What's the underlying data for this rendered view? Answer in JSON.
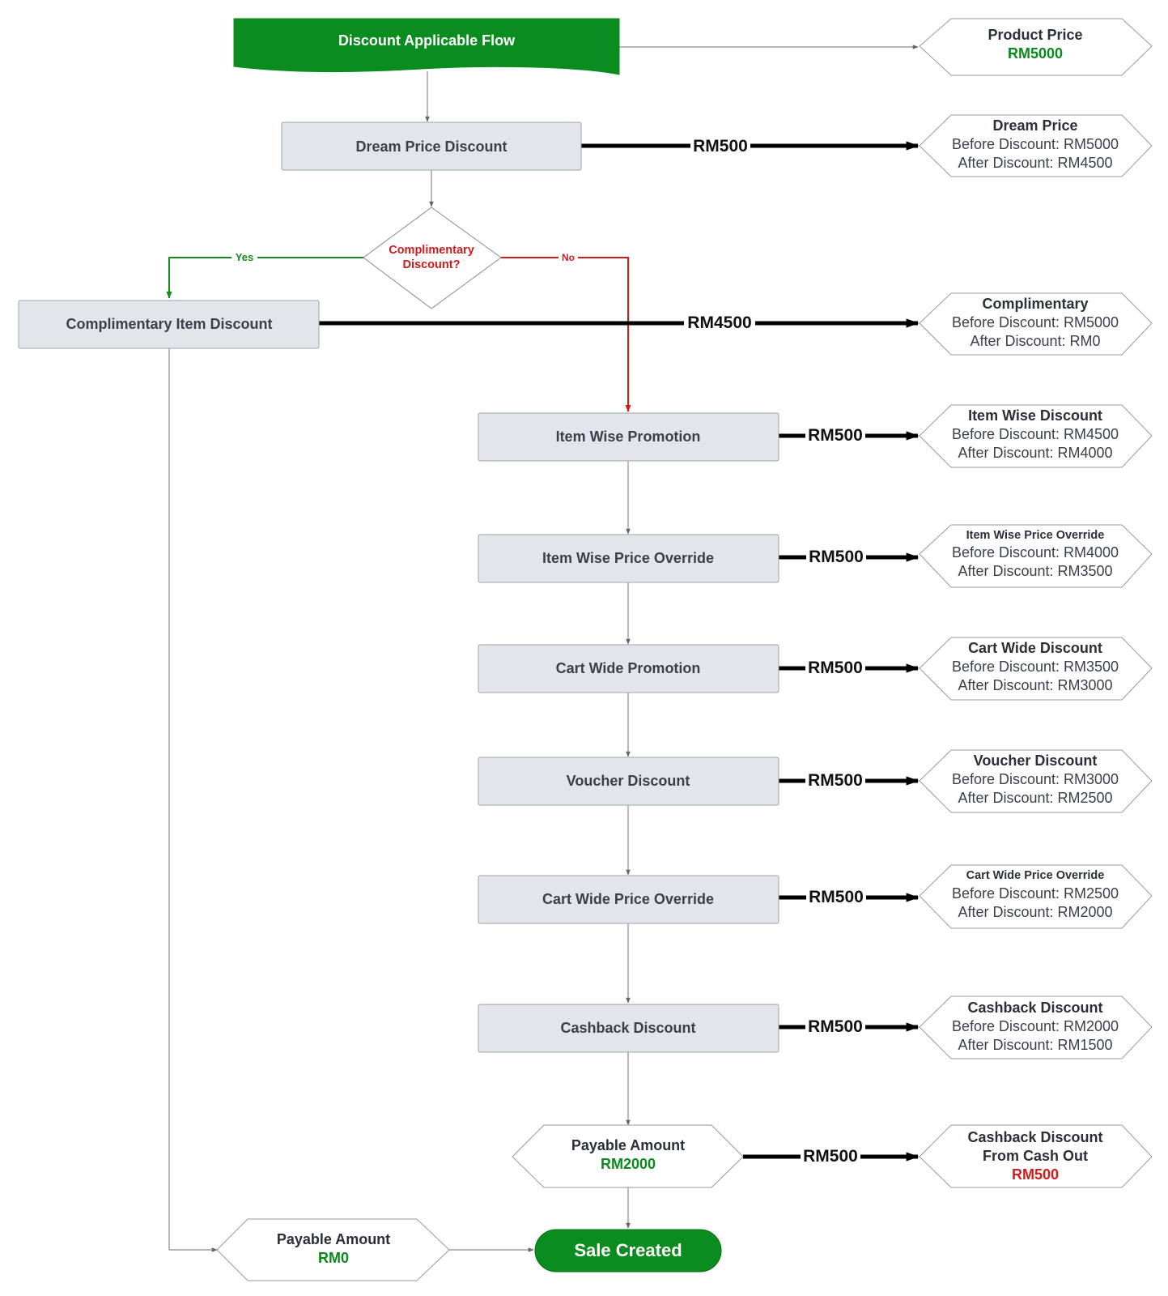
{
  "colors": {
    "start_fill": "#0b8c1e",
    "process_fill": "#e3e5ea",
    "process_stroke": "#9ea3ac",
    "yes_line": "#178a1c",
    "no_line": "#d21b1b",
    "sale_fill": "#0b8c1e"
  },
  "start": {
    "title": "Discount Applicable Flow"
  },
  "steps": {
    "dream_price": "Dream Price Discount",
    "complimentary_item": "Complimentary Item Discount",
    "item_wise_promotion": "Item Wise Promotion",
    "item_wise_price_override": "Item Wise Price Override",
    "cart_wide_promotion": "Cart Wide Promotion",
    "voucher_discount": "Voucher Discount",
    "cart_wide_price_override": "Cart Wide Price Override",
    "cashback_discount": "Cashback Discount"
  },
  "decision": {
    "line1": "Complimentary",
    "line2": "Discount?",
    "yes": "Yes",
    "no": "No"
  },
  "amounts": {
    "dream": "RM500",
    "complimentary": "RM4500",
    "item_wise": "RM500",
    "item_override": "RM500",
    "cart_wide": "RM500",
    "voucher": "RM500",
    "cart_override": "RM500",
    "cashback": "RM500",
    "cash_out": "RM500"
  },
  "results": {
    "product_price": {
      "title": "Product Price",
      "value": "RM5000"
    },
    "dream_price": {
      "title": "Dream Price",
      "before": "Before Discount: RM5000",
      "after": "After Discount: RM4500"
    },
    "complimentary": {
      "title": "Complimentary",
      "before": "Before Discount: RM5000",
      "after": "After Discount: RM0"
    },
    "item_wise": {
      "title": "Item Wise Discount",
      "before": "Before Discount: RM4500",
      "after": "After Discount: RM4000"
    },
    "item_override": {
      "title": "Item Wise Price Override",
      "before": "Before Discount: RM4000",
      "after": "After Discount: RM3500"
    },
    "cart_wide": {
      "title": "Cart Wide Discount",
      "before": "Before Discount: RM3500",
      "after": "After Discount: RM3000"
    },
    "voucher": {
      "title": "Voucher Discount",
      "before": "Before Discount: RM3000",
      "after": "After Discount: RM2500"
    },
    "cart_override": {
      "title": "Cart Wide Price Override",
      "before": "Before Discount: RM2500",
      "after": "After Discount: RM2000"
    },
    "cashback": {
      "title": "Cashback Discount",
      "before": "Before Discount: RM2000",
      "after": "After Discount: RM1500"
    },
    "cash_out": {
      "title1": "Cashback Discount",
      "title2": "From Cash Out",
      "value": "RM500"
    }
  },
  "payable_main": {
    "title": "Payable Amount",
    "value": "RM2000"
  },
  "payable_comp": {
    "title": "Payable Amount",
    "value": "RM0"
  },
  "sale": {
    "label": "Sale Created"
  }
}
